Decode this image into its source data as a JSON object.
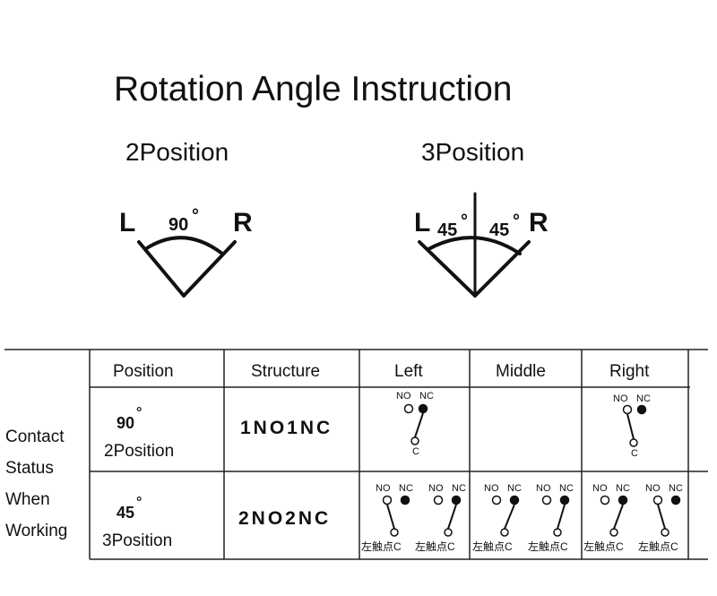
{
  "title": "Rotation Angle Instruction",
  "two_position": {
    "label": "2Position",
    "left": "L",
    "right": "R",
    "angle": "90",
    "deg_mark": "°"
  },
  "three_position": {
    "label": "3Position",
    "left": "L",
    "right": "R",
    "angle_left": "45",
    "angle_right": "45",
    "deg_mark": "°"
  },
  "table": {
    "row_header": [
      "Contact",
      "Status",
      "When",
      "Working"
    ],
    "columns": [
      "Position",
      "Structure",
      "Left",
      "Middle",
      "Right"
    ],
    "rows": [
      {
        "angle": "90",
        "deg": "°",
        "position": "2Position",
        "structure": "1NO1NC"
      },
      {
        "angle": "45",
        "deg": "°",
        "position": "3Position",
        "structure": "2NO2NC"
      }
    ],
    "contact_labels": {
      "no": "NO",
      "nc": "NC",
      "c": "C",
      "cn_c": "左触点C"
    }
  }
}
